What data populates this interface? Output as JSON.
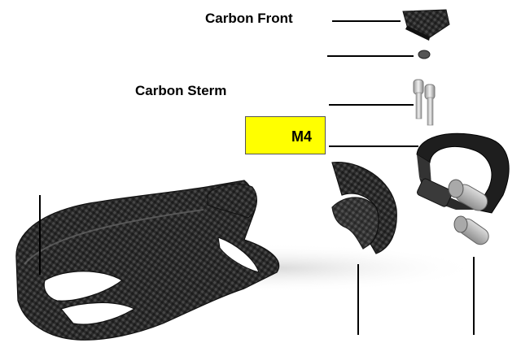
{
  "labels": {
    "carbon_front": "Carbon Front",
    "carbon_sterm": "Carbon Sterm",
    "m4": "M4"
  },
  "colors": {
    "highlight": "#ffff00",
    "carbon": "#2a2a2a",
    "leader": "#000000"
  }
}
